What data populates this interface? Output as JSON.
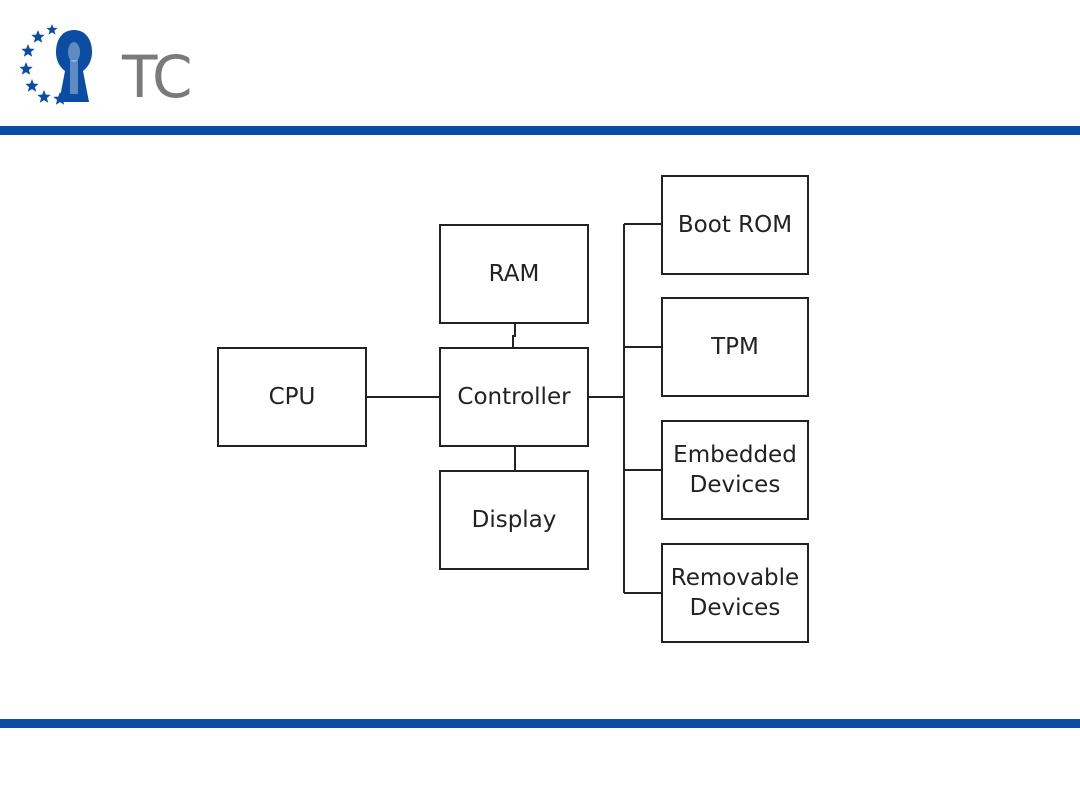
{
  "logo": {
    "text": "TC",
    "star_color": "#0b4da2",
    "keyhole_color": "#0b4da2",
    "text_color": "#7a7a7a"
  },
  "colors": {
    "band": "#0b4da2",
    "box_border": "#222222",
    "connector": "#222222"
  },
  "diagram": {
    "nodes": {
      "cpu": "CPU",
      "ram": "RAM",
      "controller": "Controller",
      "display": "Display",
      "boot_rom": "Boot ROM",
      "tpm": "TPM",
      "embedded": "Embedded\nDevices",
      "removable": "Removable\nDevices"
    },
    "edges": [
      [
        "cpu",
        "controller"
      ],
      [
        "ram",
        "controller"
      ],
      [
        "controller",
        "display"
      ],
      [
        "controller",
        "boot_rom"
      ],
      [
        "controller",
        "tpm"
      ],
      [
        "controller",
        "embedded"
      ],
      [
        "controller",
        "removable"
      ]
    ]
  }
}
